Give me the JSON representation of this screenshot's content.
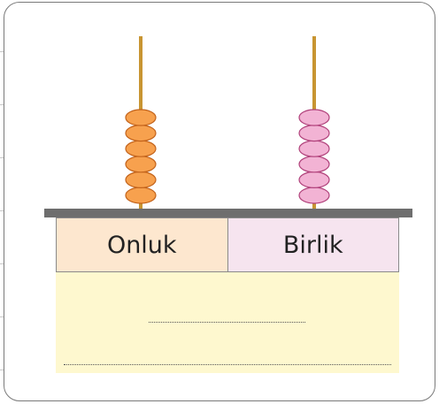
{
  "labels": {
    "tens": "Onluk",
    "ones": "Birlik"
  },
  "rods": [
    {
      "name": "tens",
      "bead_count": 6,
      "bead_color": "#f7a14e",
      "bead_stroke": "#c2621a"
    },
    {
      "name": "ones",
      "bead_count": 6,
      "bead_color": "#f2b3d4",
      "bead_stroke": "#b0407a"
    }
  ],
  "colors": {
    "rod": "#c89532",
    "base": "#6e6e6e",
    "tens_label_bg": "#fde7cf",
    "ones_label_bg": "#f6e4ef",
    "answer_bg": "#fef8cf"
  }
}
